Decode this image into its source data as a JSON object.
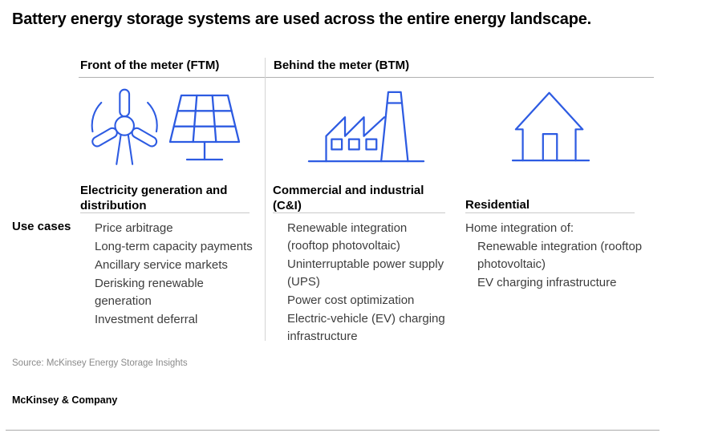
{
  "title": "Battery energy storage systems are used across the entire energy landscape.",
  "sections": {
    "ftm": {
      "label": "Front of the meter (FTM)"
    },
    "btm": {
      "label": "Behind the meter (BTM)"
    }
  },
  "row_label": "Use cases",
  "columns": [
    {
      "icon": "wind-turbine-and-solar-panel-icon",
      "heading": "Electricity generation and\ndistribution",
      "items": [
        "Price arbitrage",
        "Long-term capacity payments",
        "Ancillary service markets",
        "Derisking renewable\ngeneration",
        "Investment deferral"
      ]
    },
    {
      "icon": "factory-icon",
      "heading": "Commercial and industrial\n(C&I)",
      "items": [
        "Renewable integration\n(rooftop photovoltaic)",
        "Uninterruptable power supply\n(UPS)",
        "Power cost optimization",
        "Electric-vehicle (EV) charging\ninfrastructure"
      ]
    },
    {
      "icon": "house-icon",
      "heading": "Residential",
      "intro": "Home integration of:",
      "items": [
        "Renewable integration (rooftop\nphotovoltaic)",
        "EV charging infrastructure"
      ]
    }
  ],
  "source": "Source: McKinsey Energy Storage Insights",
  "brand": "McKinsey & Company",
  "colors": {
    "icon_blue": "#2d5be2",
    "header_rule_gray": "#b1b1b1",
    "underline_gray": "#c9c9c9",
    "divider_gray": "#d4d4d4",
    "list_text_gray": "#3d3d3d",
    "source_gray": "#8a8a8a"
  }
}
